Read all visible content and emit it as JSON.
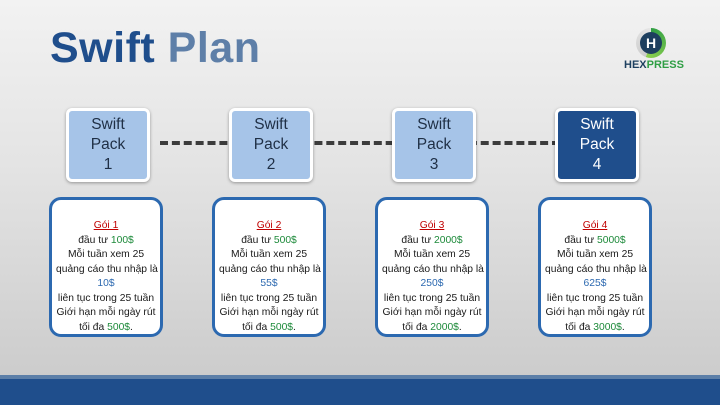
{
  "title": {
    "word1": "Swift",
    "word2": "Plan"
  },
  "logo": {
    "letter": "H",
    "text_part1": "HEX",
    "text_part2": "PRESS",
    "colors": {
      "ring": "#2f9e44",
      "dark": "#1d3f5f"
    }
  },
  "packs": [
    {
      "label": "Swift\nPack\n1"
    },
    {
      "label": "Swift\nPack\n2"
    },
    {
      "label": "Swift\nPack\n3"
    },
    {
      "label": "Swift\nPack\n4"
    }
  ],
  "plans": [
    {
      "name": "Gói 1",
      "invest_prefix": "đầu tư ",
      "invest_amount": "100$",
      "weekly_line1": "Mỗi tuần xem 25",
      "weekly_line2": "quảng cáo thu nhập là",
      "profit": "10$",
      "duration": "liên tục trong 25 tuần",
      "limit_line": "Giới hạn mỗi ngày rút",
      "max_prefix": "tối đa ",
      "max_amount": "500$",
      "max_suffix": "."
    },
    {
      "name": "Gói 2",
      "invest_prefix": "đầu tư ",
      "invest_amount": "500$",
      "weekly_line1": "Mỗi tuần xem 25",
      "weekly_line2": "quảng cáo thu nhập là",
      "profit": "55$",
      "duration": "liên tục trong 25 tuần",
      "limit_line": "Giới hạn mỗi ngày rút",
      "max_prefix": "tối đa ",
      "max_amount": "500$",
      "max_suffix": "."
    },
    {
      "name": "Gói 3",
      "invest_prefix": "đầu tư ",
      "invest_amount": "2000$",
      "weekly_line1": "Mỗi tuần xem 25",
      "weekly_line2": "quảng cáo thu nhập là",
      "profit": "250$",
      "duration": "liên tục trong 25 tuần",
      "limit_line": "Giới hạn mỗi ngày rút",
      "max_prefix": "tối đa ",
      "max_amount": "2000$",
      "max_suffix": "."
    },
    {
      "name": "Gói 4",
      "invest_prefix": "đầu tư ",
      "invest_amount": "5000$",
      "weekly_line1": "Mỗi tuần xem 25",
      "weekly_line2": "quảng cáo thu nhập là",
      "profit": "625$",
      "duration": "liên tục trong 25 tuần",
      "limit_line": "Giới hạn mỗi ngày rút",
      "max_prefix": "tối đa ",
      "max_amount": "3000$",
      "max_suffix": "."
    }
  ],
  "colors": {
    "title_dark": "#1f4e8c",
    "title_light": "#5e7fa8",
    "pack_light": "#a6c4e8",
    "pack_dark": "#1f4e8c",
    "card_border": "#2c69b0",
    "plan_name": "#c00000",
    "amount_green": "#1d8a3a",
    "bottom_bar": "#1f4e8c"
  }
}
